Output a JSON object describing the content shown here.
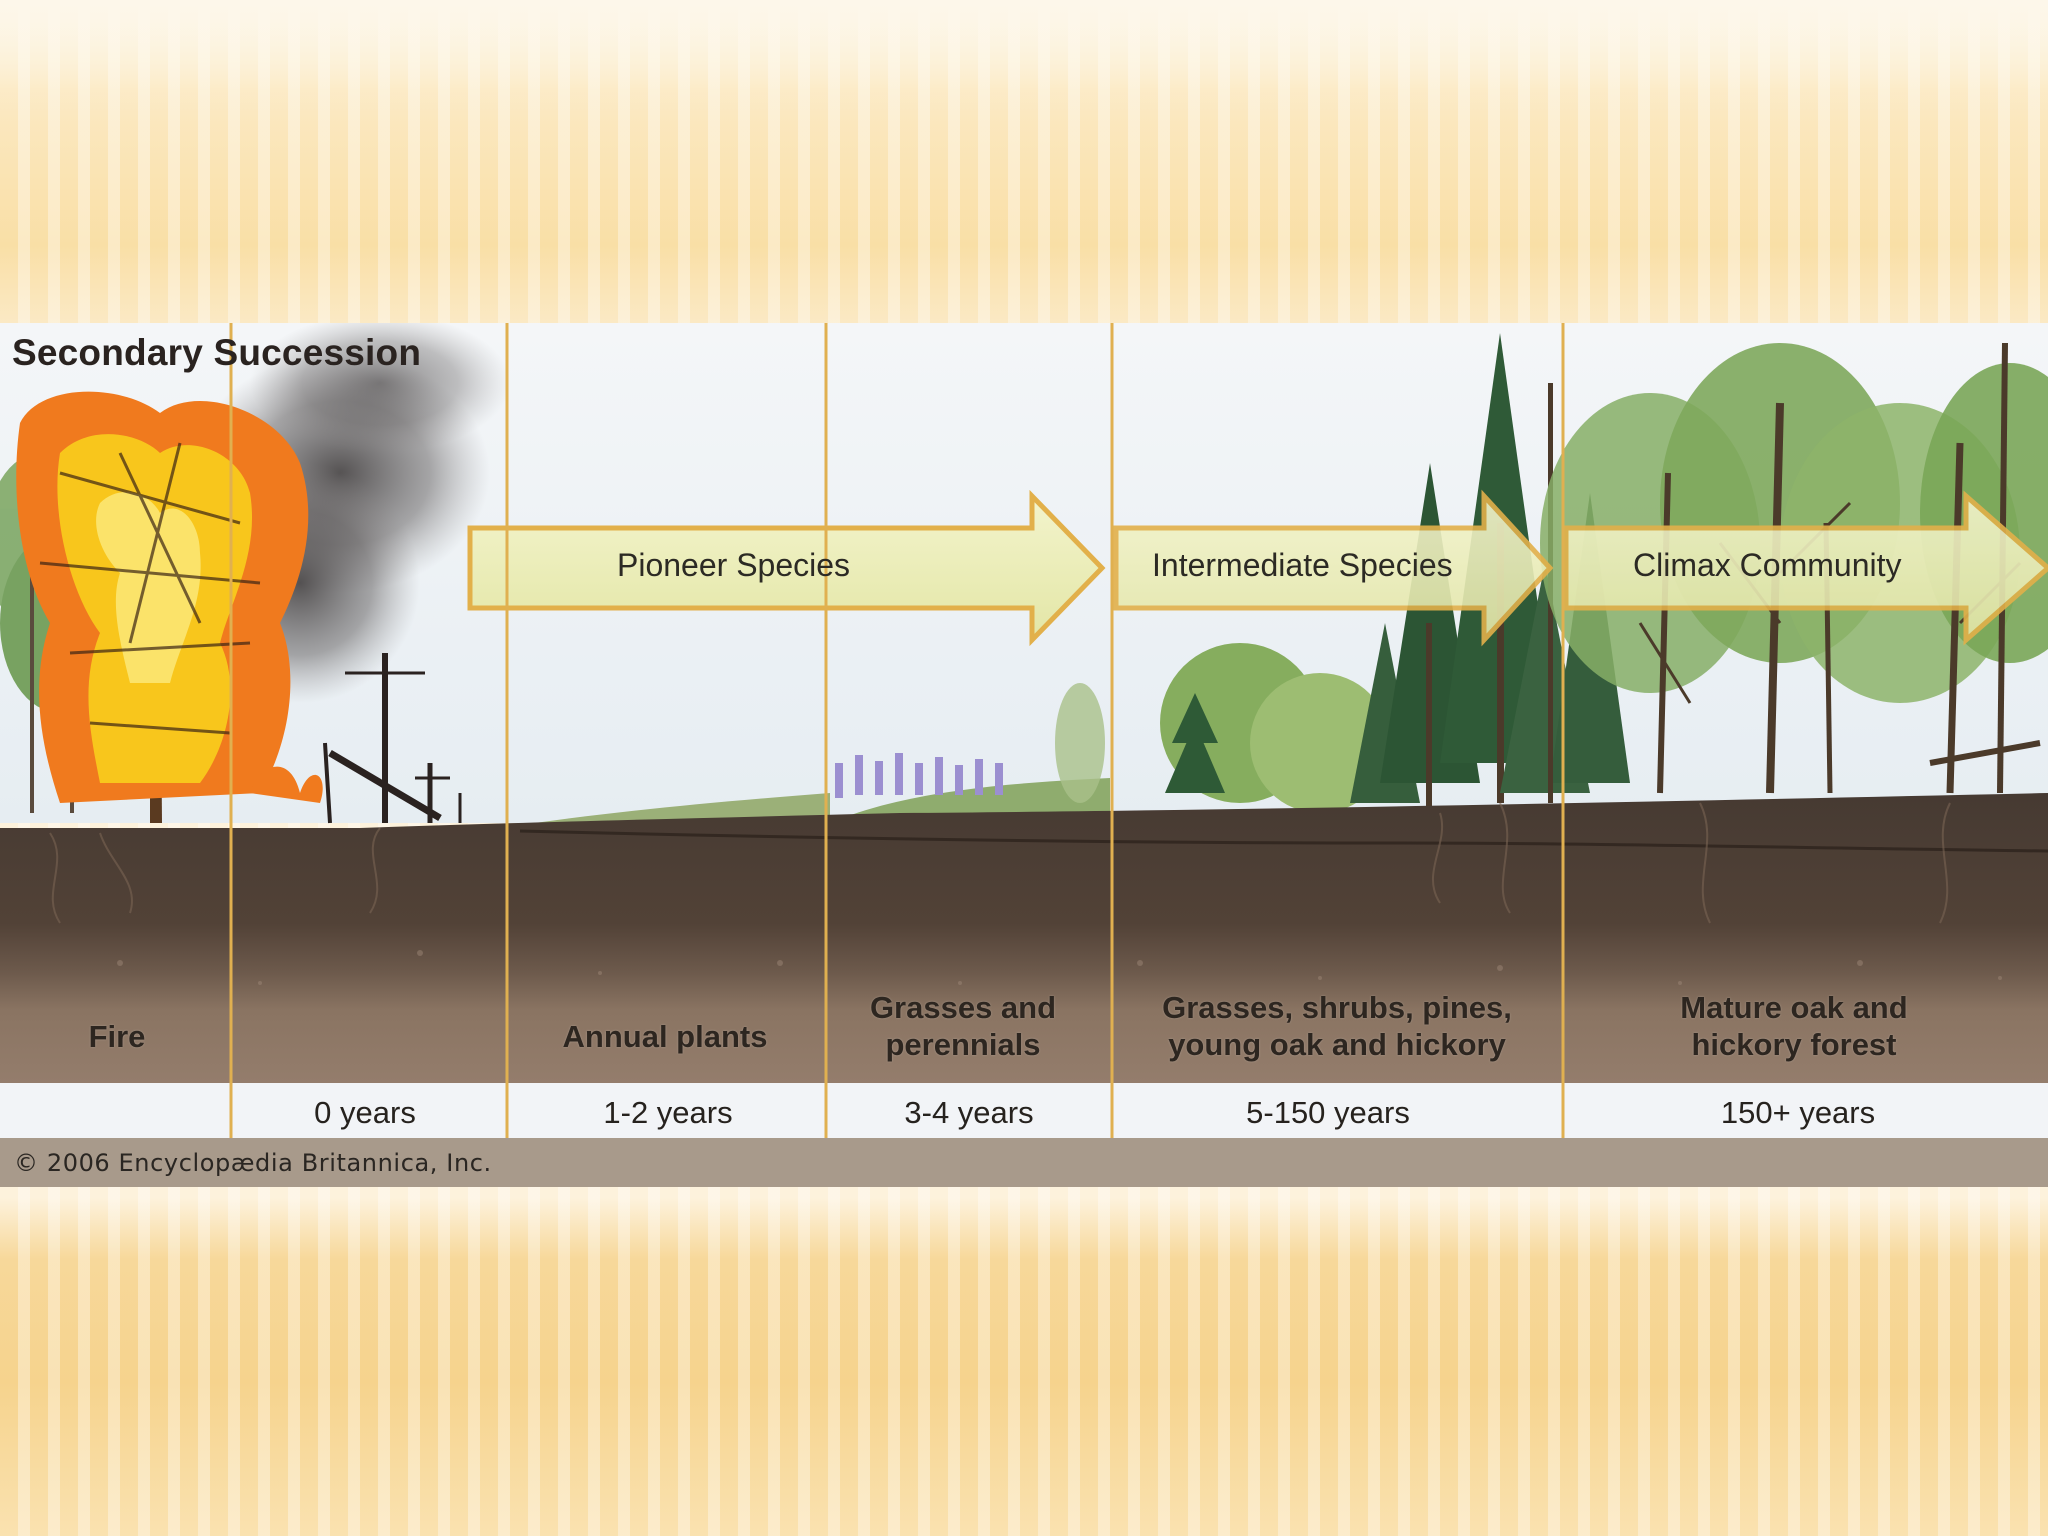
{
  "diagram": {
    "title": "Secondary Succession",
    "arrows": {
      "pioneer": "Pioneer Species",
      "intermediate": "Intermediate Species",
      "climax": "Climax Community"
    },
    "stages": [
      {
        "label_line1": "Fire",
        "label_line2": ""
      },
      {
        "label_line1": "Annual plants",
        "label_line2": ""
      },
      {
        "label_line1": "Grasses and",
        "label_line2": "perennials"
      },
      {
        "label_line1": "Grasses, shrubs, pines,",
        "label_line2": "young oak and hickory"
      },
      {
        "label_line1": "Mature oak and",
        "label_line2": "hickory forest"
      }
    ],
    "years": [
      "0 years",
      "1-2 years",
      "3-4 years",
      "5-150 years",
      "150+ years"
    ],
    "copyright": "© 2006 Encyclopædia Britannica, Inc."
  },
  "colors": {
    "sky": "#eef2f6",
    "arrow_fill": "#eef0c0",
    "arrow_stroke": "#e2b04a",
    "divider": "#e0b050",
    "soil_dark": "#4d3f36",
    "soil_light": "#8b7565",
    "copyright_band": "#a89a8b",
    "fire_orange": "#f07a1e",
    "flame_yellow": "#f8c61c",
    "tree_green": "#5c8a3c",
    "pine_green": "#2e5a36"
  }
}
